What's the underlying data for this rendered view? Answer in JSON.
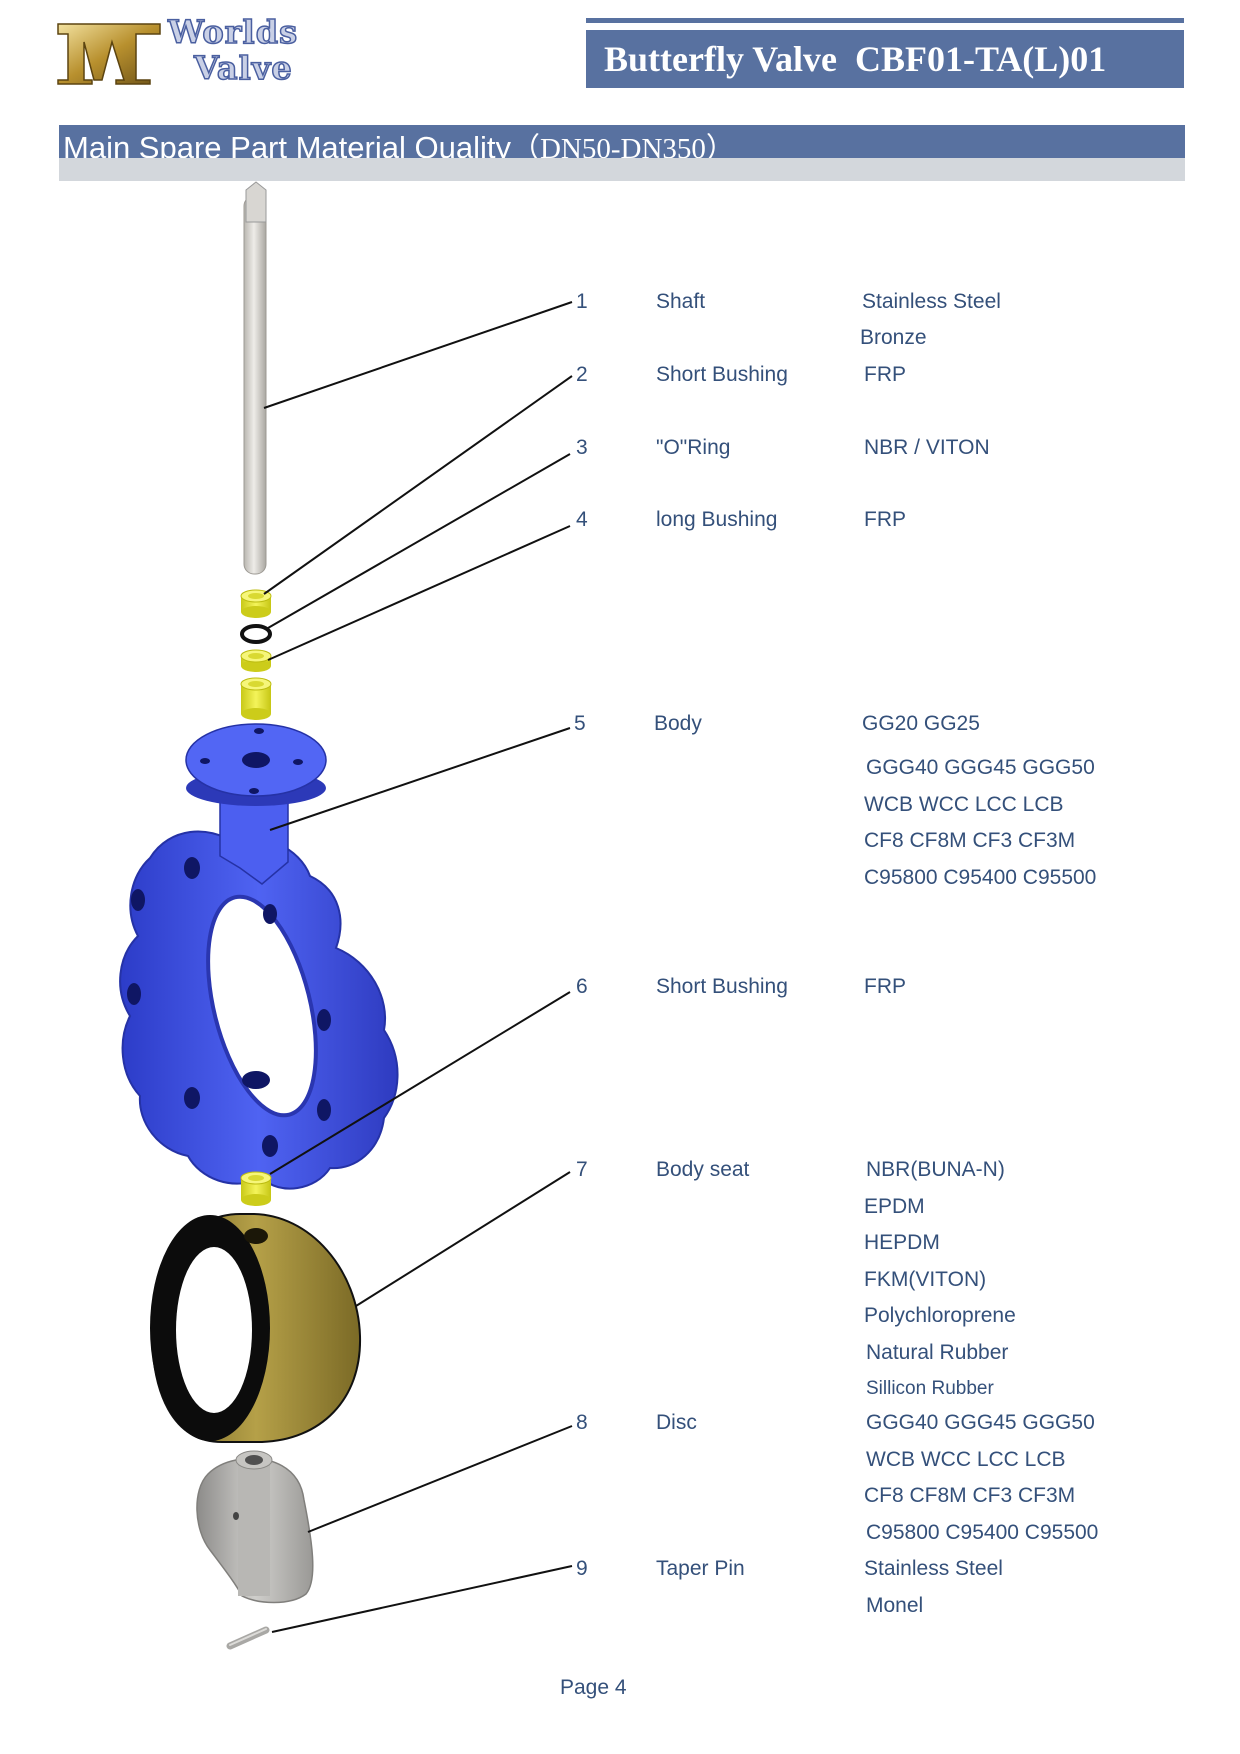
{
  "logo": {
    "line1": "Worlds",
    "line2": "Valve"
  },
  "header": {
    "title": "Butterfly Valve  CBF01-TA(L)01"
  },
  "section": {
    "title": "Main Spare Part Material Quality",
    "subtitle": "（DN50-DN350）"
  },
  "parts": [
    {
      "no": "1",
      "name": "Shaft",
      "materials": [
        "Stainless  Steel",
        "Bronze"
      ]
    },
    {
      "no": "2",
      "name": "Short Bushing",
      "materials": [
        "FRP"
      ]
    },
    {
      "no": "3",
      "name": "\"O\"Ring",
      "materials": [
        "NBR  / VITON"
      ]
    },
    {
      "no": "4",
      "name": "long Bushing",
      "materials": [
        "FRP"
      ]
    },
    {
      "no": "5",
      "name": "Body",
      "materials": [
        "GG20 GG25",
        "GGG40 GGG45 GGG50",
        "WCB WCC LCC LCB",
        "CF8 CF8M CF3 CF3M",
        "C95800 C95400 C95500"
      ]
    },
    {
      "no": "6",
      "name": "Short Bushing",
      "materials": [
        "FRP"
      ]
    },
    {
      "no": "7",
      "name": "Body seat",
      "materials": [
        "NBR(BUNA-N)",
        "EPDM",
        "HEPDM",
        "FKM(VITON)",
        "Polychloroprene",
        "Natural Rubber",
        "Sillicon Rubber"
      ]
    },
    {
      "no": "8",
      "name": "Disc",
      "materials": [
        "GGG40 GGG45 GGG50",
        "WCB WCC LCC LCB",
        "CF8 CF8M CF3 CF3M",
        "C95800  C95400 C95500"
      ]
    },
    {
      "no": "9",
      "name": "Taper  Pin",
      "materials": [
        "Stainless Steel",
        "Monel"
      ]
    }
  ],
  "footer": {
    "page": "Page 4"
  },
  "colors": {
    "brand": "#5871a0",
    "text": "#34507a",
    "body_blue": "#3c4fe0",
    "bushing_yellow": "#e3e32a",
    "seat_gold": "#9a8633"
  }
}
